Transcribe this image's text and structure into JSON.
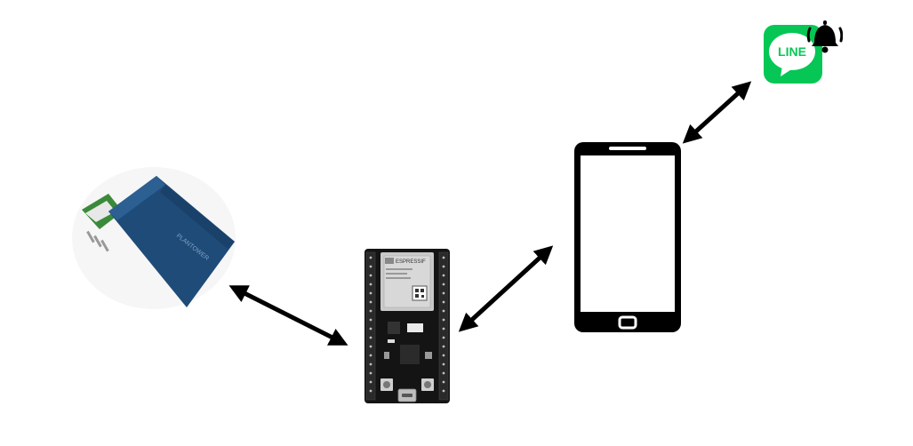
{
  "diagram": {
    "nodes": [
      {
        "id": "sensor",
        "icon": "air-quality-sensor-icon",
        "brand_text": "PLANTOWER"
      },
      {
        "id": "board",
        "icon": "esp32-devkit-board-icon",
        "brand_text": "ESPRESSIF"
      },
      {
        "id": "phone",
        "icon": "smartphone-icon"
      },
      {
        "id": "line",
        "icon": "line-app-icon",
        "label": "LINE",
        "badge_icon": "bell-icon"
      }
    ],
    "connections": [
      {
        "from": "sensor",
        "to": "board",
        "style": "double-arrow"
      },
      {
        "from": "board",
        "to": "phone",
        "style": "double-arrow"
      },
      {
        "from": "phone",
        "to": "line",
        "style": "double-arrow"
      }
    ],
    "colors": {
      "arrow": "#000000",
      "sensor_body": "#1f4b78",
      "board_pcb": "#141414",
      "line_green": "#06c755",
      "bell": "#000000"
    }
  }
}
